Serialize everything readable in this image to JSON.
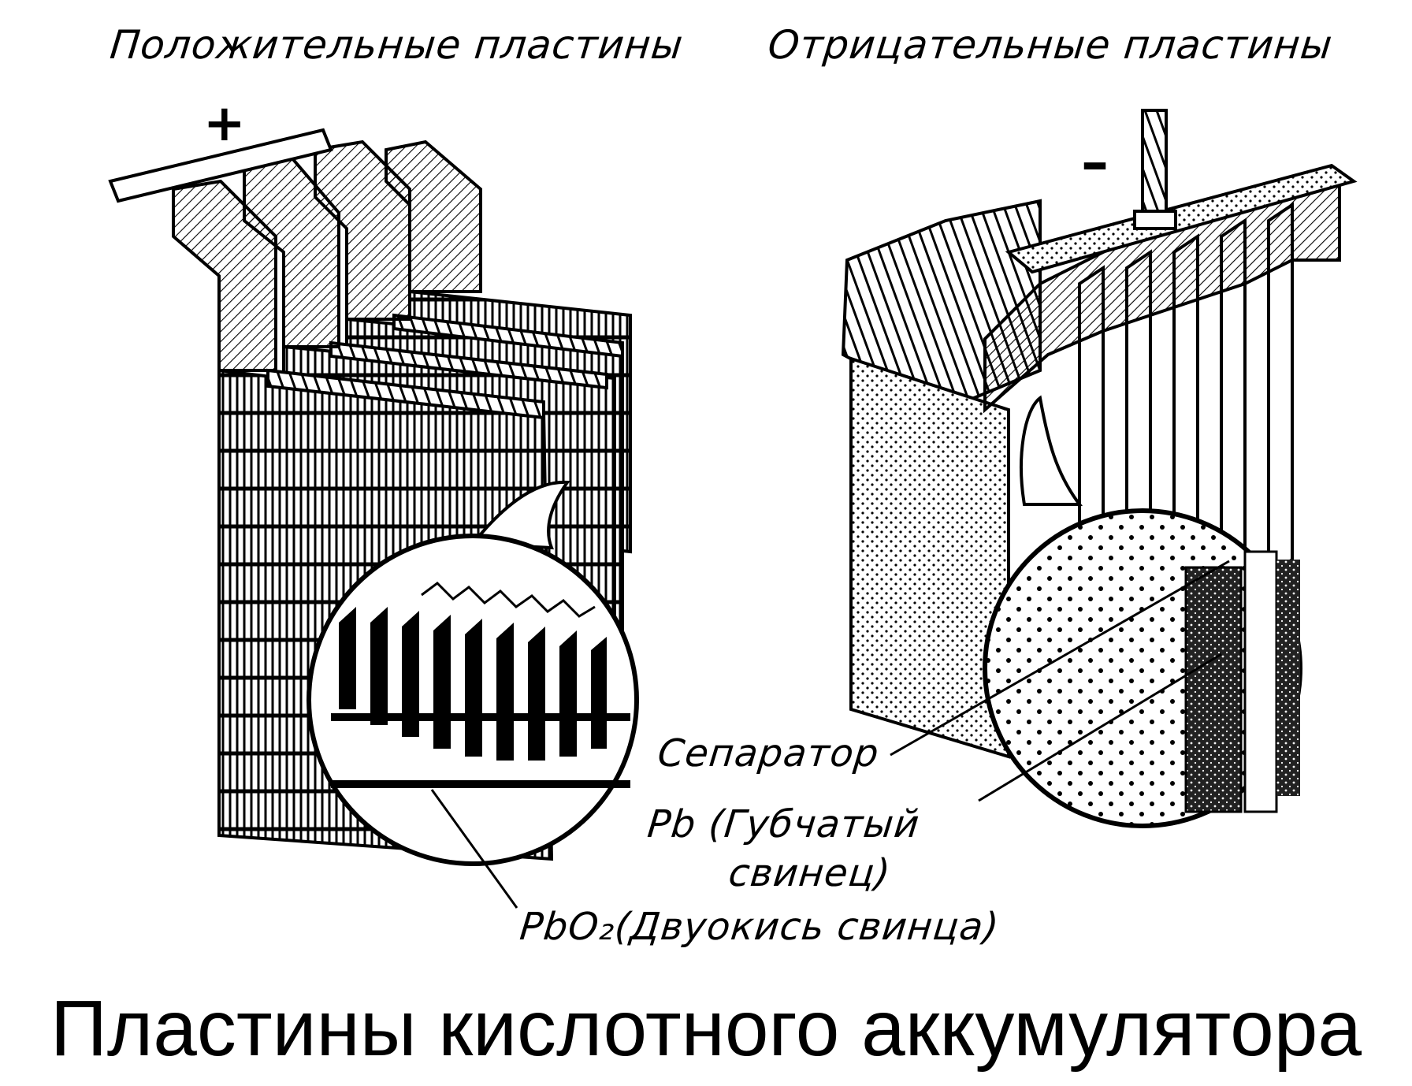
{
  "labels": {
    "positive_plates": "Положительные пластины",
    "negative_plates": "Отрицательные пластины",
    "plus": "+",
    "minus": "–",
    "separator": "Сепаратор",
    "pb_line1": "Pb (Губчатый",
    "pb_line2": "свинец)",
    "pbo2": "PbO₂(Двуокись свинца)"
  },
  "title": "Пластины кислотного аккумулятора",
  "colors": {
    "ink": "#000000",
    "paper": "#ffffff"
  }
}
